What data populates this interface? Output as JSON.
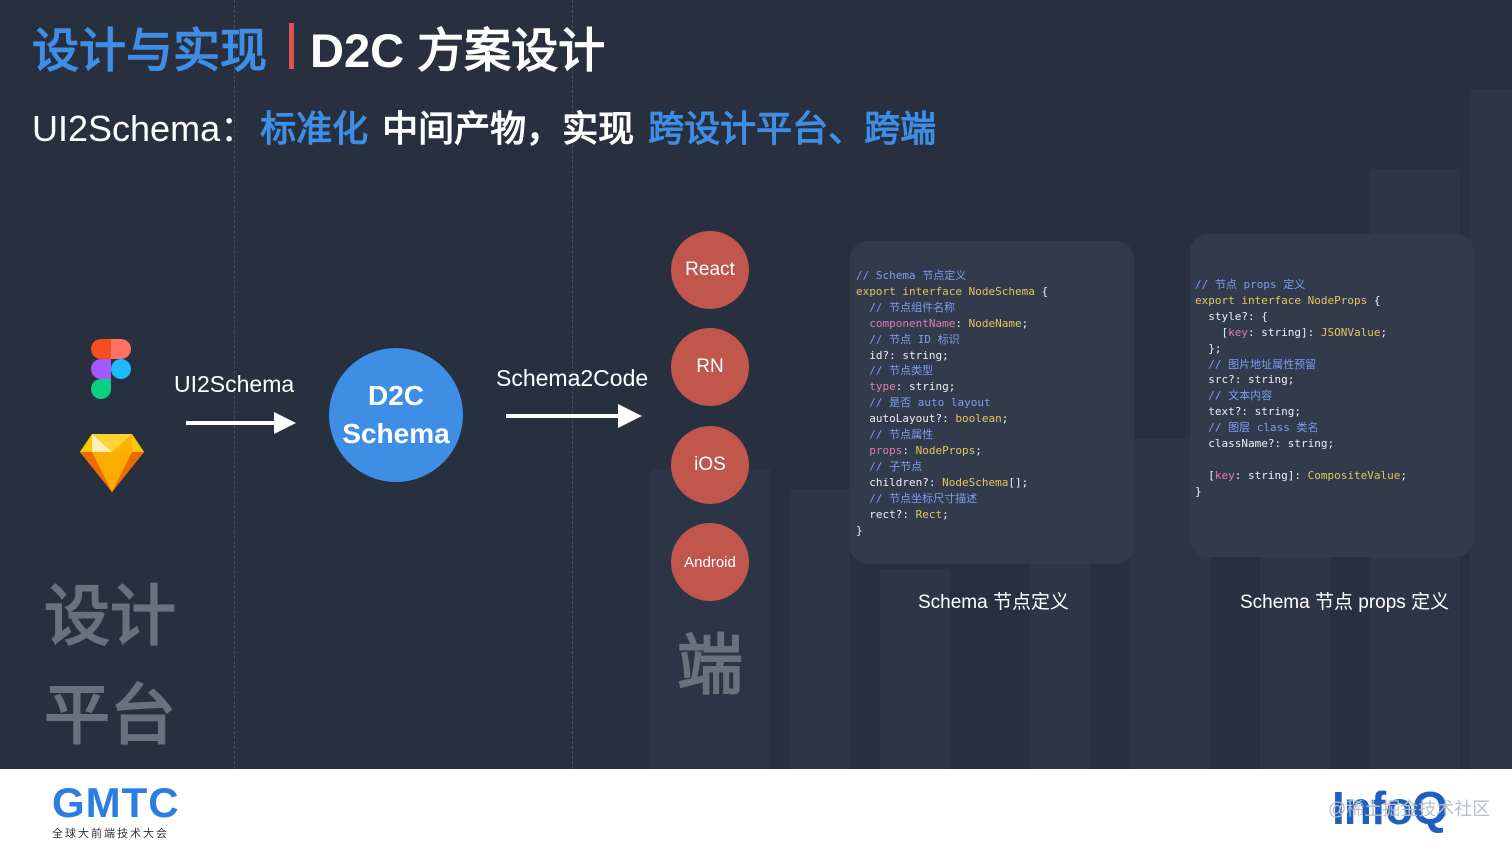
{
  "title": {
    "left": "设计与实现",
    "right": "D2C 方案设计"
  },
  "subtitle": {
    "prefix": "UI2Schema：",
    "hl1": "标准化",
    "mid": "中间产物，实现",
    "hl2": "跨设计平台、跨端"
  },
  "left_big_text": {
    "line1": "设计",
    "line2": "平台"
  },
  "right_big_text": "端",
  "arrow1_label": "UI2Schema",
  "arrow2_label": "Schema2Code",
  "center_circle": {
    "line1": "D2C",
    "line2": "Schema"
  },
  "targets": [
    "React",
    "RN",
    "iOS",
    "Android"
  ],
  "code1": {
    "l1": "// Schema 节点定义",
    "l2a": "export",
    "l2b": " interface ",
    "l2c": "NodeSchema",
    "l2d": " {",
    "l3": "  // 节点组件名称",
    "l4a": "  componentName",
    "l4b": ": ",
    "l4c": "NodeName",
    "l4d": ";",
    "l5": "  // 节点 ID 标识",
    "l6a": "  id",
    "l6b": "?: string;",
    "l7": "  // 节点类型",
    "l8a": "  type",
    "l8b": ": string;",
    "l9": "  // 是否 auto layout",
    "l10a": "  autoLayout",
    "l10b": "?: ",
    "l10c": "boolean",
    "l10d": ";",
    "l11": "  // 节点属性",
    "l12a": "  props",
    "l12b": ": ",
    "l12c": "NodeProps",
    "l12d": ";",
    "l13": "  // 子节点",
    "l14a": "  children",
    "l14b": "?: ",
    "l14c": "NodeSchema",
    "l14d": "[];",
    "l15": "  // 节点坐标尺寸描述",
    "l16a": "  rect",
    "l16b": "?: ",
    "l16c": "Rect",
    "l16d": ";",
    "l17": "}"
  },
  "code2": {
    "l1": "// 节点 props 定义",
    "l2a": "export",
    "l2b": " interface ",
    "l2c": "NodeProps",
    "l2d": " {",
    "l3a": "  style",
    "l3b": "?: {",
    "l4a": "    [",
    "l4b": "key",
    "l4c": ": string]: ",
    "l4d": "JSONValue",
    "l4e": ";",
    "l5": "  };",
    "l6": "  // 图片地址属性预留",
    "l7a": "  src",
    "l7b": "?: string;",
    "l8": "  // 文本内容",
    "l9a": "  text",
    "l9b": "?: string;",
    "l10": "  // 图层 class 类名",
    "l11a": "  className",
    "l11b": "?: string;",
    "l12a": "  [",
    "l12b": "key",
    "l12c": ": string]: ",
    "l12d": "CompositeValue",
    "l12e": ";",
    "l13": "}"
  },
  "caption1": "Schema 节点定义",
  "caption2": "Schema 节点 props 定义",
  "footer": {
    "gmtc_logo": "GMTC",
    "gmtc_sub": "全球大前端技术大会",
    "infoq_logo": "InfoQ",
    "watermark": "@稀土掘金技术社区"
  },
  "colors": {
    "accent_blue": "#3f8ee6",
    "accent_red": "#c0564c",
    "background": "#283040"
  }
}
